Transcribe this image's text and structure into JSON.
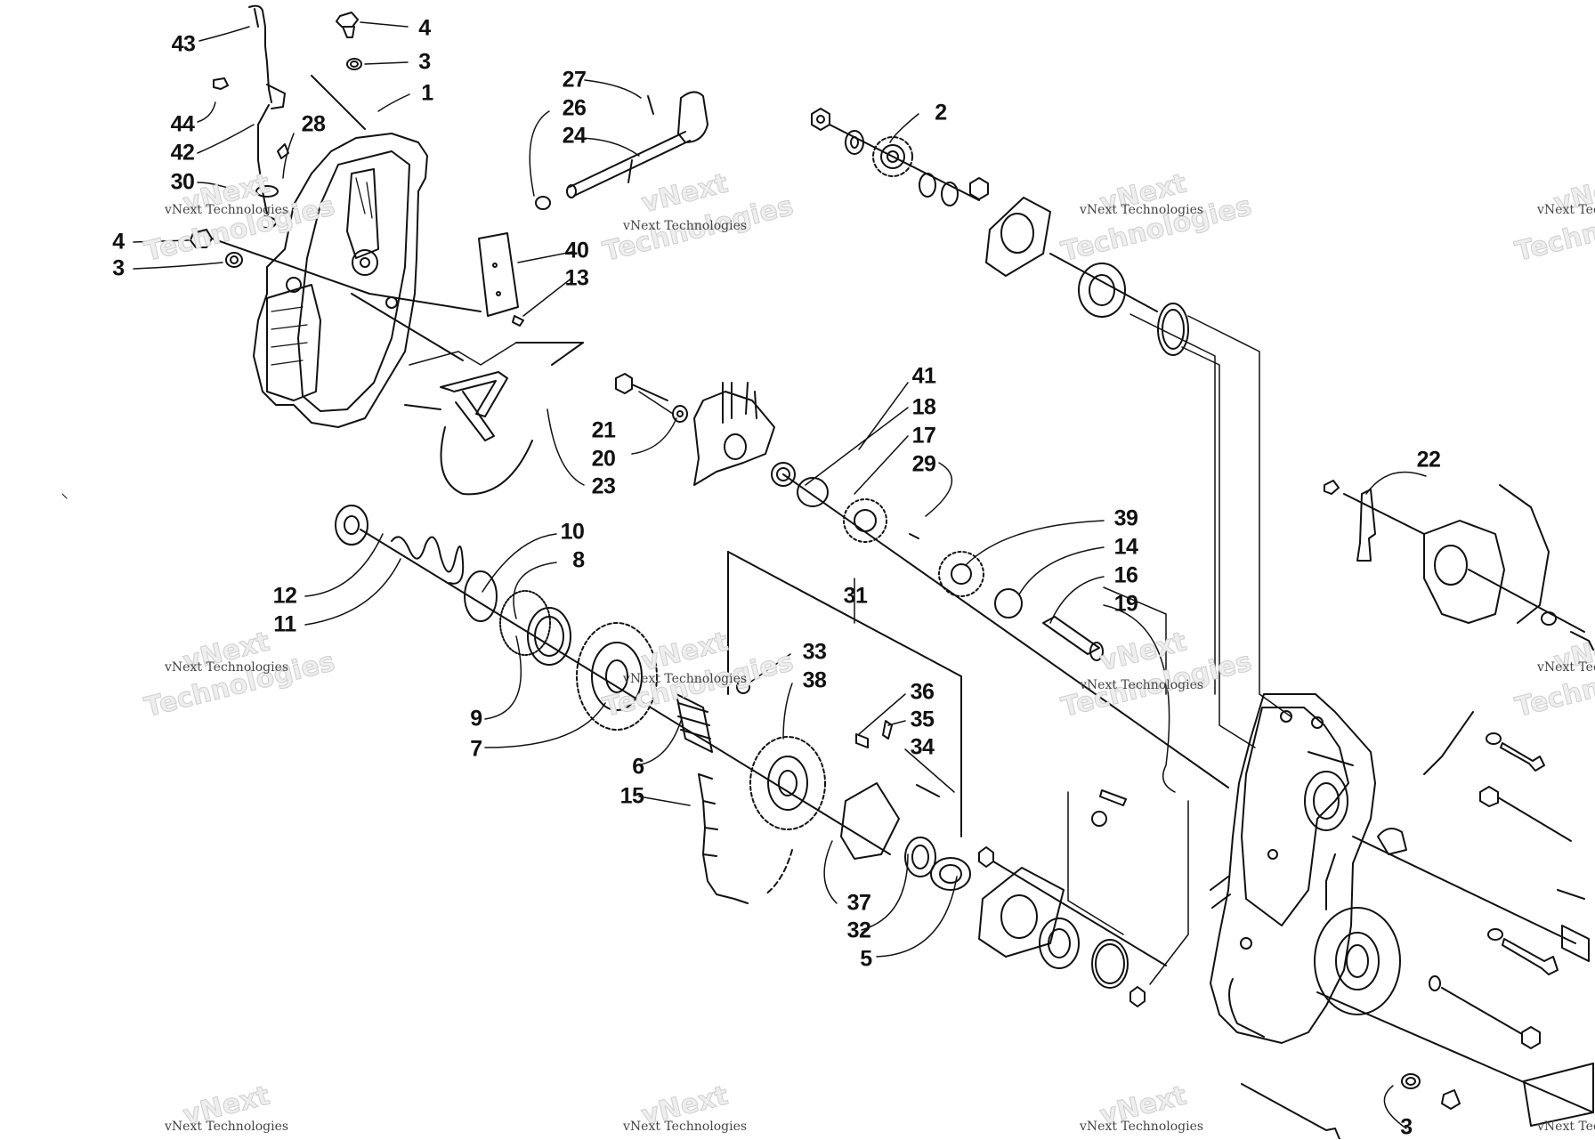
{
  "watermark": {
    "line1": "vNext",
    "line2": "Technologies",
    "caption": "vNext Technologies"
  },
  "callouts": {
    "n1": "1",
    "n2": "2",
    "n3a": "3",
    "n3b": "3",
    "n3c": "3",
    "n4a": "4",
    "n4b": "4",
    "n5": "5",
    "n6": "6",
    "n7": "7",
    "n8": "8",
    "n9": "9",
    "n10": "10",
    "n11": "11",
    "n12": "12",
    "n13": "13",
    "n14": "14",
    "n15": "15",
    "n16": "16",
    "n17": "17",
    "n18": "18",
    "n19": "19",
    "n20": "20",
    "n21": "21",
    "n22": "22",
    "n23": "23",
    "n24": "24",
    "n26": "26",
    "n27": "27",
    "n28": "28",
    "n29": "29",
    "n30": "30",
    "n31": "31",
    "n32": "32",
    "n33": "33",
    "n34": "34",
    "n35": "35",
    "n36": "36",
    "n37": "37",
    "n38": "38",
    "n39": "39",
    "n40": "40",
    "n41": "41",
    "n42": "42",
    "n43": "43",
    "n44": "44"
  }
}
